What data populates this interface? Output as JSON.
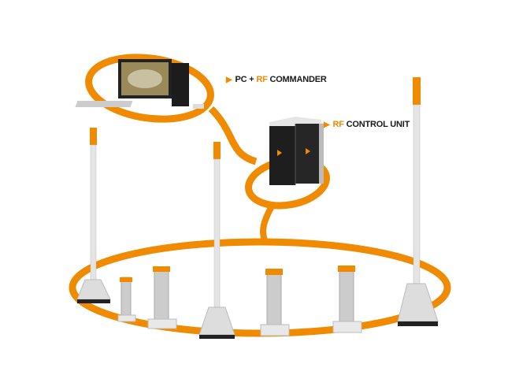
{
  "labels": {
    "pc_commander": {
      "prefix": "PC + ",
      "rf": "RF",
      "suffix": " COMMANDER"
    },
    "control_unit": {
      "rf": "RF",
      "suffix": " CONTROL UNIT"
    }
  },
  "colors": {
    "accent": "#f08a00",
    "text": "#1a1a1a"
  },
  "icons": [
    "arrow-right-icon"
  ]
}
